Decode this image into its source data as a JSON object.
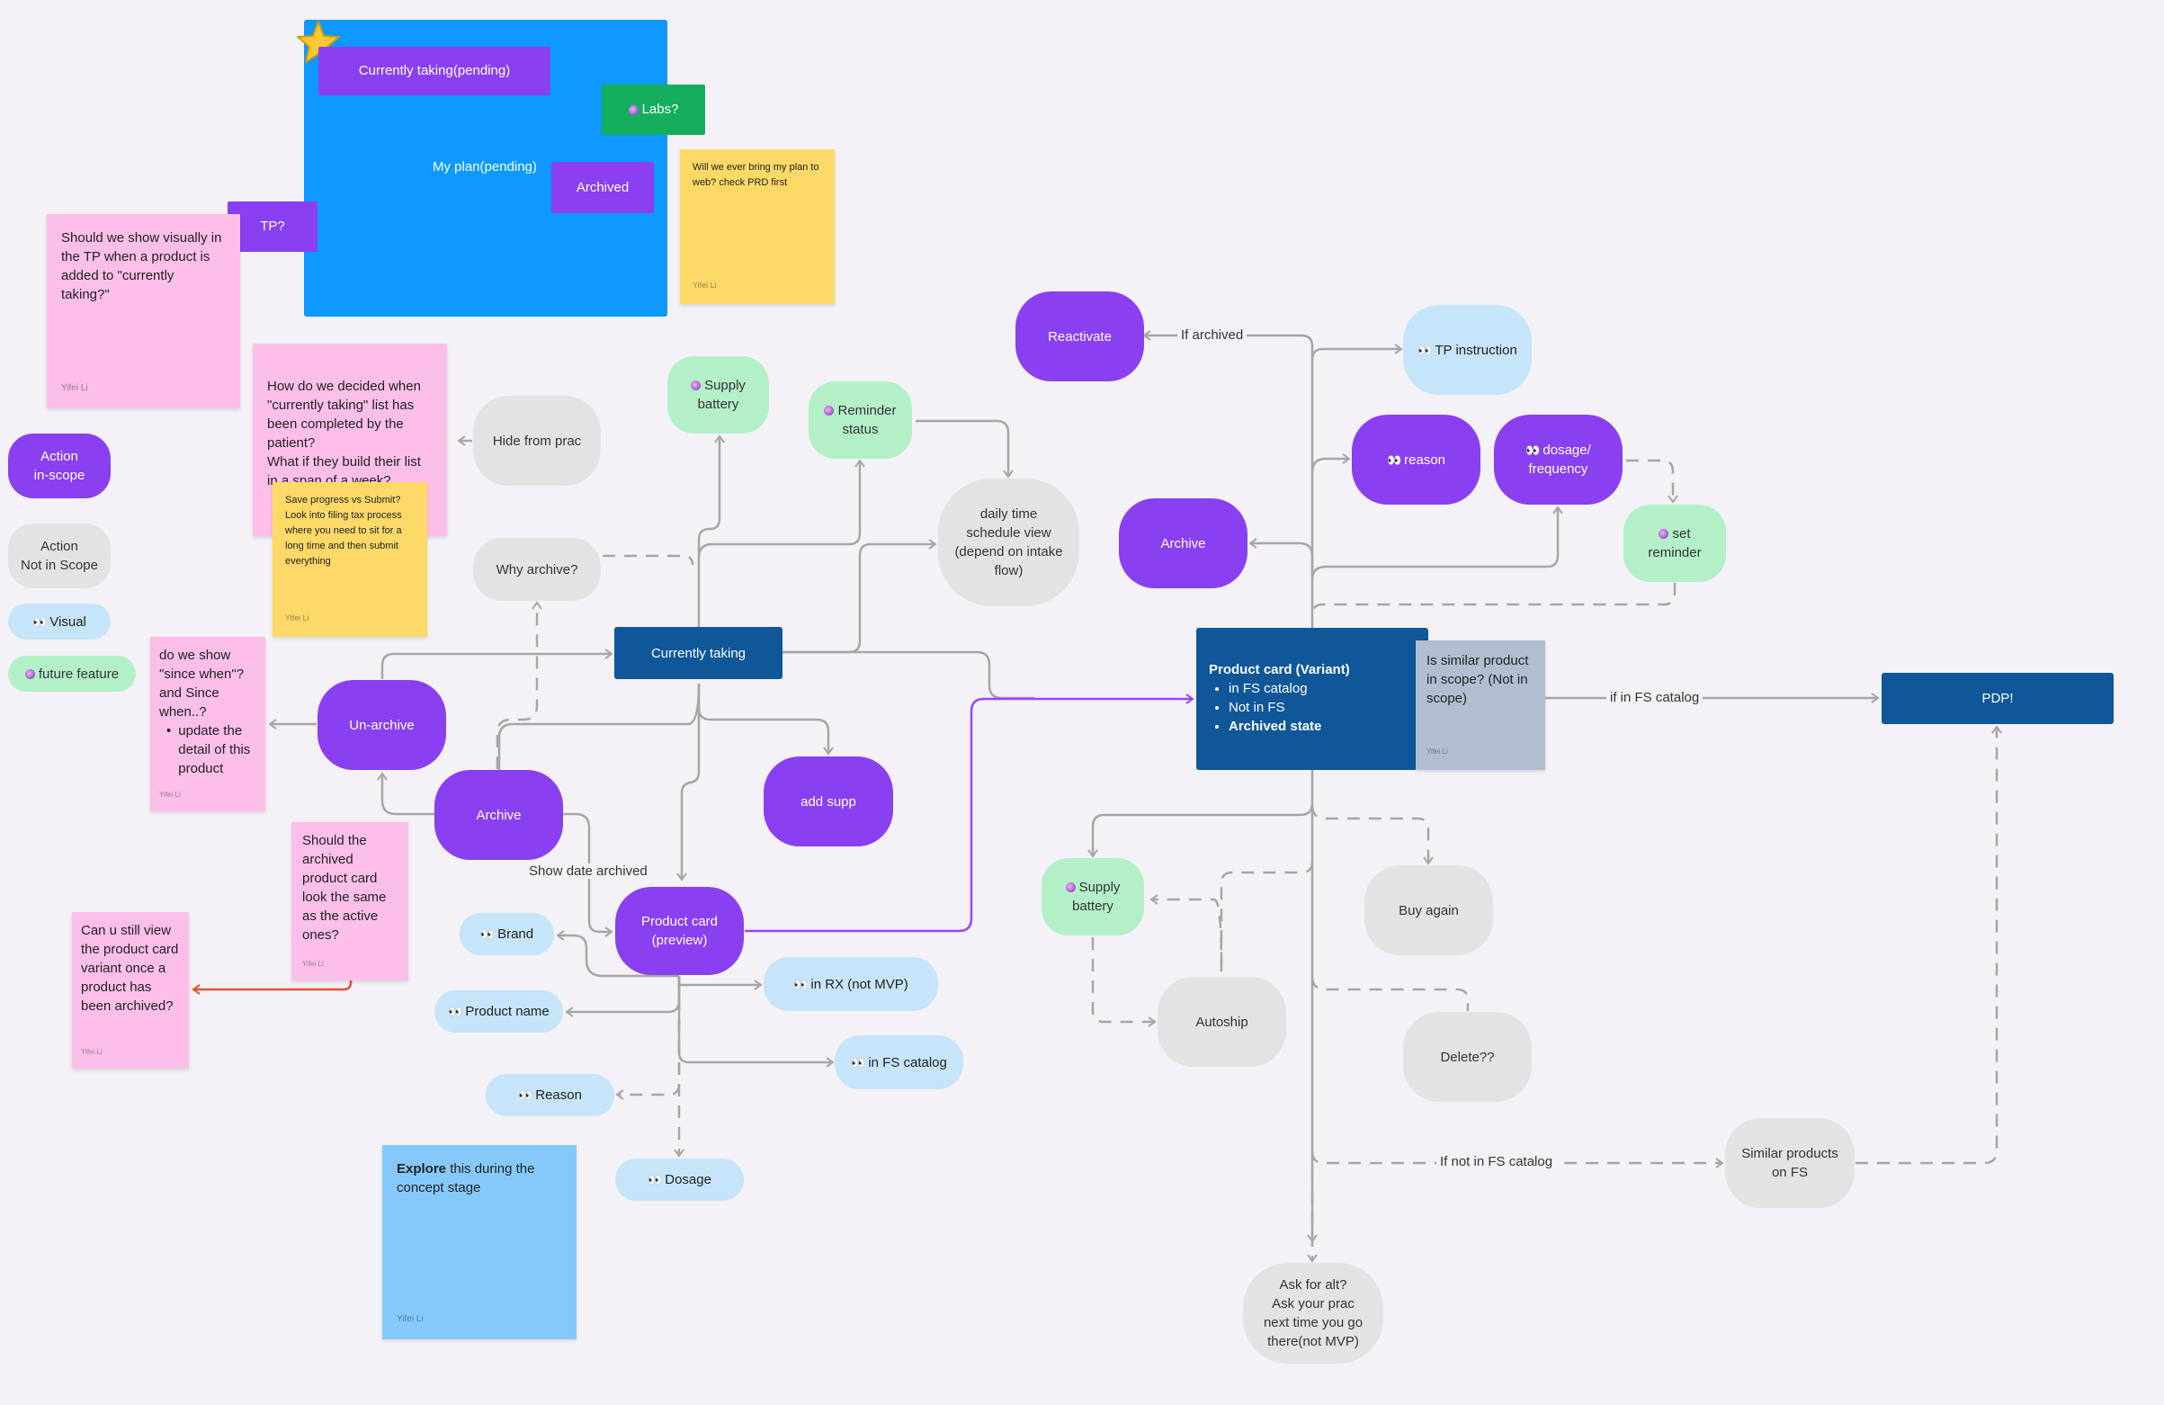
{
  "board": {
    "title_pending_currently": "Currently taking(pending)",
    "labs": "Labs?",
    "my_plan": "My plan(pending)",
    "archived": "Archived",
    "tp": "TP?"
  },
  "legend": {
    "action_in_scope": "Action\nin-scope",
    "action_not_in_scope": "Action\nNot in Scope",
    "visual": "Visual",
    "future_feature": "future feature"
  },
  "stickies": {
    "tp_visual": "Should we show visually in the TP when a product is added to \"currently taking?\"",
    "tp_visual_author": "Yifei Li",
    "completed_list": "How do we decided when \"currently taking\" list has been completed by the patient?\nWhat if they build their list in a span of a week?",
    "save_progress": "Save progress vs Submit? Look into filing tax process where you need to sit for a long time and then submit everything",
    "save_progress_author": "Yifei Li",
    "web_plan": "Will we ever bring my plan to web? check PRD first",
    "web_plan_author": "Yifei Li",
    "since_when_1": "do we show \"since when\"? and Since when..?",
    "since_when_bullet": "update the detail of this product",
    "since_when_author": "Yifei Li",
    "archived_card": "Should the archived product card look the same as the active ones?",
    "archived_card_author": "Yifei Li",
    "view_variant": "Can u still view the product card variant once a product has been archived?",
    "view_variant_author": "Yifei Li",
    "explore_bold": "Explore",
    "explore_rest": " this during the concept stage",
    "explore_author": "Yifei Li",
    "similar_scope": "Is similar product in scope? (Not in scope)",
    "similar_scope_author": "Yifei Li"
  },
  "nodes": {
    "hide_from_prac": "Hide from prac",
    "why_archive": "Why archive?",
    "supply_battery_top": "Supply\nbattery",
    "reminder_status": "Reminder\nstatus",
    "daily_time": "daily time\nschedule view\n(depend on intake\nflow)",
    "currently_taking": "Currently taking",
    "un_archive": "Un-archive",
    "archive_left": "Archive",
    "add_supp": "add supp",
    "product_card_preview": "Product card\n(preview)",
    "brand": "Brand",
    "product_name": "Product name",
    "reason_left": "Reason",
    "dosage_left": "Dosage",
    "in_rx": "in RX (not MVP)",
    "in_fs_catalog": "in FS catalog",
    "reactivate": "Reactivate",
    "tp_instruction": "TP instruction",
    "reason_right": "reason",
    "dosage_frequency": "dosage/\nfrequency",
    "archive_right": "Archive",
    "set_reminder": "set\nreminder",
    "product_card_variant_title": "Product card (Variant)",
    "product_card_variant_items": [
      "in FS catalog",
      "Not in FS",
      "Archived state"
    ],
    "pdp": "PDP!",
    "supply_battery_bottom": "Supply\nbattery",
    "buy_again": "Buy again",
    "autoship": "Autoship",
    "delete": "Delete??",
    "similar_products": "Similar products\non FS",
    "ask_for_alt": "Ask for alt?\nAsk  your prac\nnext time you go\nthere(not MVP)"
  },
  "edge_labels": {
    "if_archived": "If archived",
    "show_date_archived": "Show date archived",
    "if_in_fs_catalog": "if in FS catalog",
    "if_not_in_fs_catalog": "If not in FS catalog"
  },
  "colors": {
    "purple": "#8a3ff0",
    "navy": "#0f5799",
    "grey_node": "#e3e3e3",
    "green_node": "#b3f0c8",
    "light_blue_node": "#c6e4fa",
    "board_blue": "#0d99ff",
    "labs_green": "#14ae5c",
    "sticky_pink": "#fcbfe9",
    "sticky_yellow": "#fdd968",
    "sticky_sky": "#85c9fb",
    "connector_grey": "#a6a6a6",
    "connector_purple": "#9747ff",
    "connector_red": "#e4542a"
  }
}
